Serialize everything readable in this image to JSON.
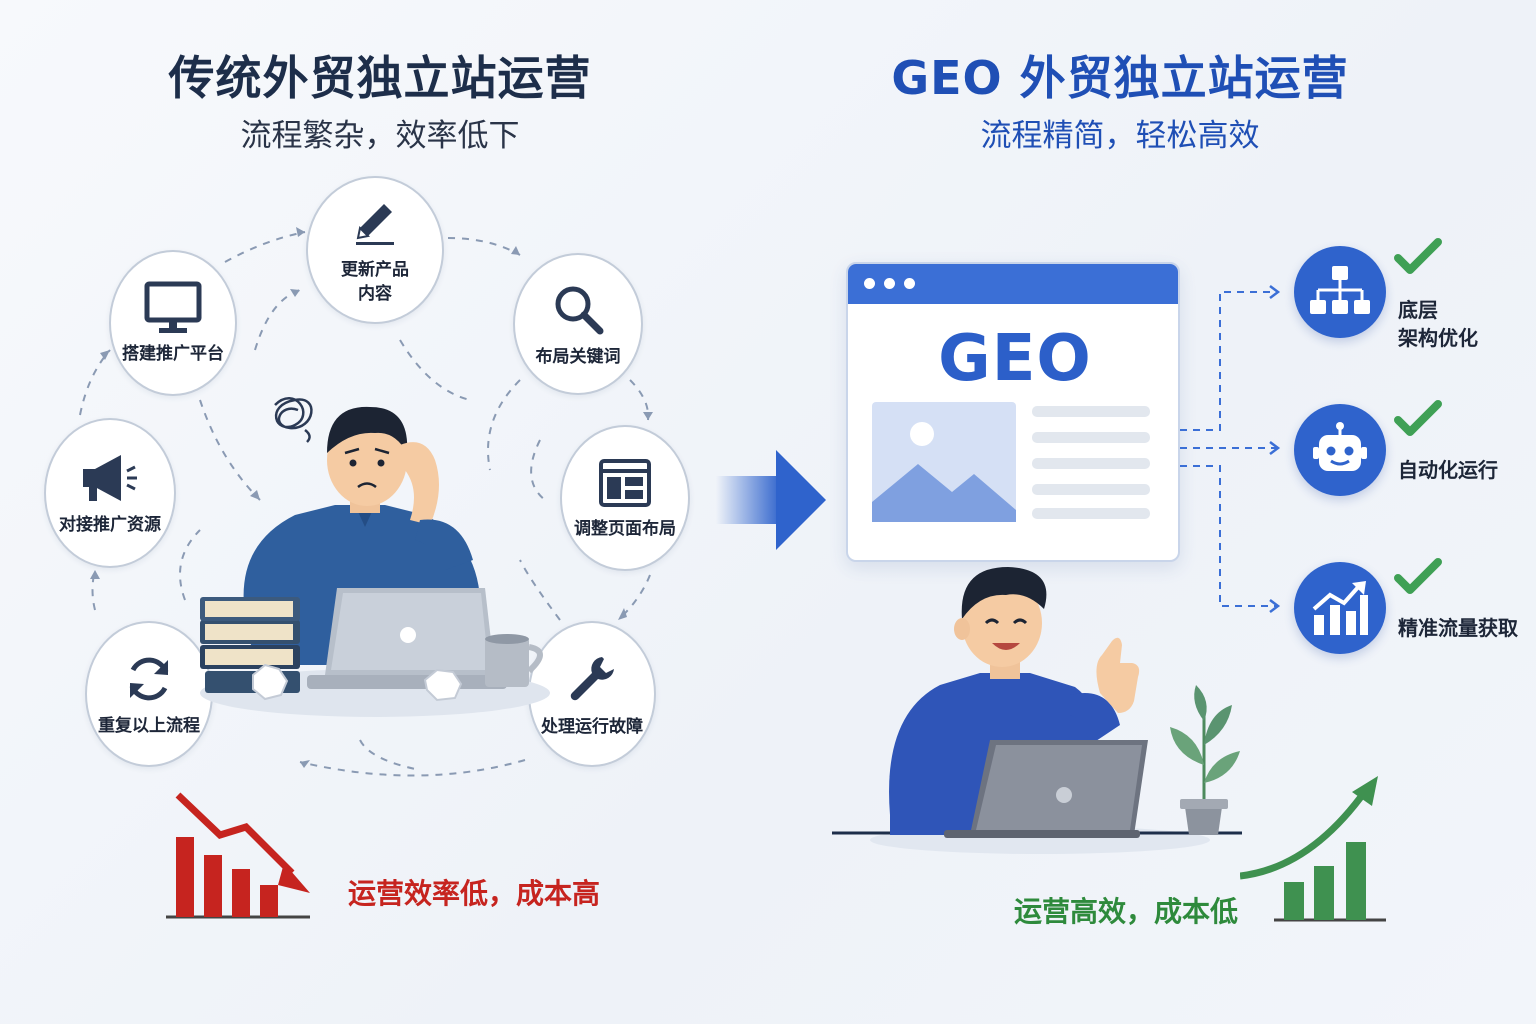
{
  "left": {
    "title": "传统外贸独立站运营",
    "subtitle": "流程繁杂，效率低下",
    "steps": [
      {
        "label_lines": [
          "更新产品",
          "内容"
        ],
        "icon": "pencil-icon"
      },
      {
        "label_lines": [
          "布局关键词"
        ],
        "icon": "search-icon"
      },
      {
        "label_lines": [
          "调整页面布局"
        ],
        "icon": "layout-icon"
      },
      {
        "label_lines": [
          "处理运行故障"
        ],
        "icon": "wrench-icon"
      },
      {
        "label_lines": [
          "重复以上流程"
        ],
        "icon": "refresh-icon"
      },
      {
        "label_lines": [
          "对接推广资源"
        ],
        "icon": "megaphone-icon"
      },
      {
        "label_lines": [
          "搭建推广平台"
        ],
        "icon": "monitor-icon"
      }
    ],
    "result": "运营效率低，成本高",
    "result_color": "#c6241f"
  },
  "right": {
    "title": "GEO 外贸独立站运营",
    "subtitle": "流程精简，轻松高效",
    "browser_logo": "GEO",
    "features": [
      {
        "label_lines": [
          "底层",
          "架构优化"
        ],
        "icon": "hierarchy-icon"
      },
      {
        "label_lines": [
          "自动化运行"
        ],
        "icon": "robot-icon"
      },
      {
        "label_lines": [
          "精准流量获取"
        ],
        "icon": "growth-chart-icon"
      }
    ],
    "result": "运营高效，成本低",
    "result_color": "#2e8a3c"
  },
  "colors": {
    "primary_blue": "#2f63cc",
    "dark_navy": "#1d2e4a",
    "check_green": "#3fa055",
    "alert_red": "#c6241f"
  }
}
